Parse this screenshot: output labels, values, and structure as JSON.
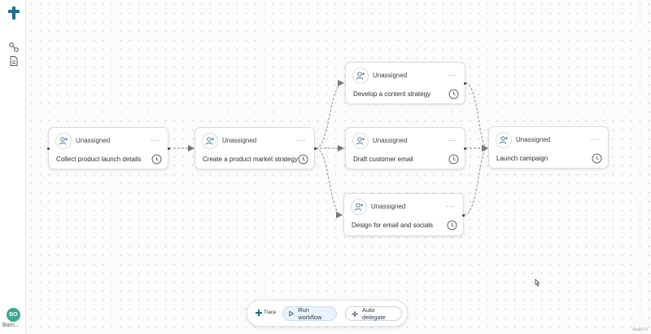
{
  "sidebar": {
    "logo_icon": "plus-cross-logo",
    "items": [
      {
        "icon": "workflow-icon"
      },
      {
        "icon": "document-icon"
      }
    ],
    "user": {
      "initials": "BO",
      "name": "Barn..."
    }
  },
  "nodes": [
    {
      "id": "collect",
      "assignee": "Unassigned",
      "more": "...",
      "task": "Collect product launch details"
    },
    {
      "id": "strategy",
      "assignee": "Unassigned",
      "more": "...",
      "task": "Create a product market strategy"
    },
    {
      "id": "content",
      "assignee": "Unassigned",
      "more": "...",
      "task": "Develop a content strategy"
    },
    {
      "id": "email",
      "assignee": "Unassigned",
      "more": "...",
      "task": "Draft customer email"
    },
    {
      "id": "design",
      "assignee": "Unassigned",
      "more": "...",
      "task": "Design for email and socials"
    },
    {
      "id": "launch",
      "assignee": "Unassigned",
      "more": "...",
      "task": "Launch campaign"
    }
  ],
  "toolbar": {
    "trace_label": "Trace",
    "run_label": "Run workflow",
    "auto_label": "Auto delegate"
  },
  "watermark": "React Fl",
  "colors": {
    "accent": "#1f6f8b",
    "avatar": "#3aa88f",
    "run_bg": "#eaf2fb"
  }
}
